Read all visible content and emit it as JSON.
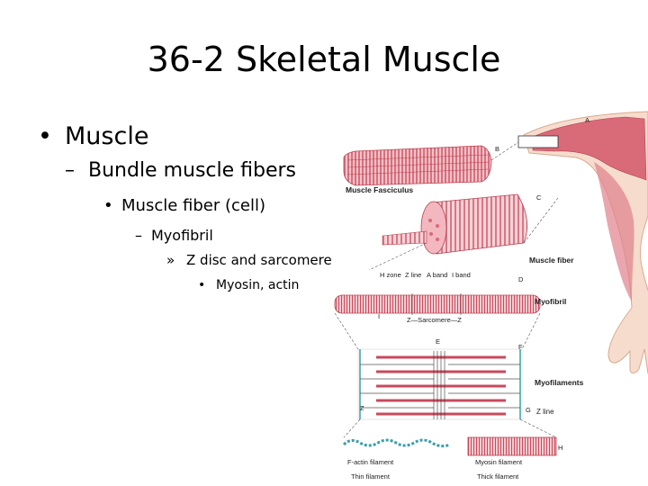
{
  "slide": {
    "title": "36-2 Skeletal Muscle",
    "bullets": [
      {
        "marker": "•",
        "text": "Muscle"
      },
      {
        "marker": "–",
        "text": "Bundle muscle fibers"
      },
      {
        "marker": "•",
        "text": "Muscle fiber (cell)"
      },
      {
        "marker": "–",
        "text": "Myofibril"
      },
      {
        "marker": "»",
        "text": "Z disc and sarcomere"
      },
      {
        "marker": "•",
        "text": "Myosin, actin"
      }
    ]
  },
  "figure": {
    "letters": {
      "a": "A",
      "b": "B",
      "c": "C",
      "d": "D",
      "e": "E",
      "f": "F",
      "g": "G",
      "h": "H",
      "i": "I",
      "z": "Z"
    },
    "labels": {
      "fasciculus": "Muscle Fasciculus",
      "fiber": "Muscle fiber",
      "myofibril": "Myofibril",
      "myofilaments": "Myofilaments",
      "zline": "Z line",
      "sarcomere": "Z—Sarcomere—Z",
      "hzone": "H zone",
      "zline_top": "Z line",
      "aband": "A band",
      "iband": "I band",
      "factin": "F-actin filament",
      "myosin": "Myosin filament",
      "thin": "Thin filament",
      "thick": "Thick filament"
    },
    "colors": {
      "muscle": "#d96a78",
      "muscle_light": "#f2c0c6",
      "muscle_dark": "#b8404f",
      "z_line": "#3a9fa8",
      "line": "#555555"
    }
  }
}
